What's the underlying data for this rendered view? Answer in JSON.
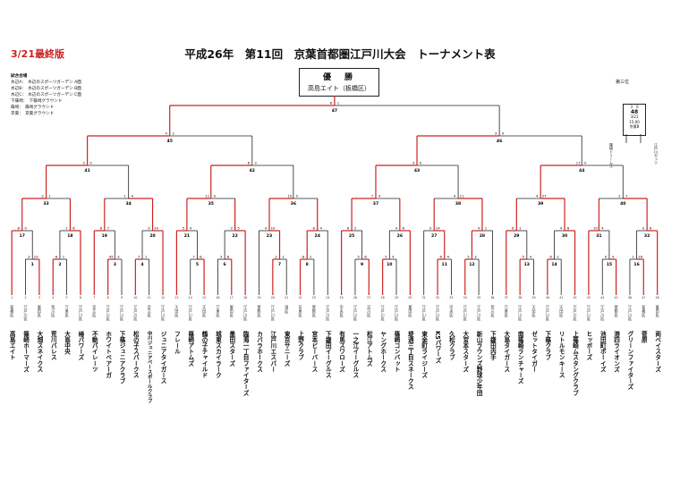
{
  "header": {
    "date_label": "3/21最終版",
    "title": "平成26年　第11回　京葉首都圏江戸川大会　トーナメント表"
  },
  "venues": {
    "title": "試合会場",
    "lines": [
      "水辺A：　水辺のスポーツガーデン A面",
      "水辺B：　水辺のスポーツガーデン B面",
      "水辺C：　水辺のスポーツガーデン C面",
      "下篠崎：　下篠崎グラウンド",
      "篠崎：　篠崎グラウンド",
      "京葉：　京葉グラウンド"
    ]
  },
  "winner": {
    "label": "優　勝",
    "team": "高島エイト（板橋区）"
  },
  "third_place": {
    "label": "第三位",
    "match": "48",
    "score_left": "3",
    "score_right": "0",
    "info": [
      "3/21",
      "15:00",
      "京葉B"
    ],
    "teams": [
      "篠崎ドリームス",
      "江戸川ガッツ"
    ]
  },
  "final": {
    "match": "47",
    "score_left": "6",
    "score_right": "1"
  },
  "semis": [
    {
      "match": "45",
      "score_left": "4",
      "score_right": "2"
    },
    {
      "match": "46",
      "score_left": "3",
      "score_right": "0"
    }
  ],
  "quarters": [
    {
      "match": "41",
      "score_left": "3",
      "score_right": "0"
    },
    {
      "match": "42",
      "score_left": "6",
      "score_right": "2"
    },
    {
      "match": "43",
      "score_left": "3",
      "score_right": "0"
    },
    {
      "match": "44",
      "score_left": "17",
      "score_right": "0"
    }
  ],
  "round16": [
    {
      "match": "33",
      "score_left": "2",
      "score_right": "1"
    },
    {
      "match": "34",
      "score_left": "1",
      "score_right": "4"
    },
    {
      "match": "35",
      "score_left": "11",
      "score_right": "0"
    },
    {
      "match": "36",
      "score_left": "10",
      "score_right": "0"
    },
    {
      "match": "37",
      "score_left": "7",
      "score_right": "4"
    },
    {
      "match": "38",
      "score_left": "4",
      "score_right": "11"
    },
    {
      "match": "39",
      "score_left": "4",
      "score_right": "27"
    },
    {
      "match": "40",
      "score_left": "2",
      "score_right": "7"
    }
  ],
  "round32": [
    {
      "match": "17",
      "score_left": "8",
      "score_right": "0"
    },
    {
      "match": "18",
      "score_left": "1",
      "score_right": "8"
    },
    {
      "match": "19",
      "score_left": "8",
      "score_right": "7"
    },
    {
      "match": "20",
      "score_left": "0",
      "score_right": "14"
    },
    {
      "match": "21",
      "score_left": "5",
      "score_right": "4"
    },
    {
      "match": "22",
      "score_left": "3",
      "score_right": "5"
    },
    {
      "match": "23",
      "score_left": "4",
      "score_right": "10"
    },
    {
      "match": "24",
      "score_left": "6",
      "score_right": "4"
    },
    {
      "match": "25",
      "score_left": "6",
      "score_right": "2"
    },
    {
      "match": "26",
      "score_left": "4",
      "score_right": "6"
    },
    {
      "match": "27",
      "score_left": "0",
      "score_right": "14"
    },
    {
      "match": "28",
      "score_left": "4",
      "score_right": "1"
    },
    {
      "match": "29",
      "score_left": "6",
      "score_right": "1"
    },
    {
      "match": "30",
      "score_left": "4",
      "score_right": "8"
    },
    {
      "match": "31",
      "score_left": "10",
      "score_right": "4"
    },
    {
      "match": "32",
      "score_left": "0",
      "score_right": "8"
    }
  ],
  "round64": [
    {
      "match": "1",
      "score_left": "3",
      "score_right": "10"
    },
    {
      "match": "2",
      "score_left": "8",
      "score_right": "1"
    },
    {
      "match": "3",
      "score_left": "45",
      "score_right": "3"
    },
    {
      "match": "4",
      "score_left": "7",
      "score_right": "1"
    },
    {
      "match": "5",
      "score_left": "7",
      "score_right": "8"
    },
    {
      "match": "6",
      "score_left": "3",
      "score_right": "8"
    },
    {
      "match": "7",
      "score_left": "2",
      "score_right": "1"
    },
    {
      "match": "8",
      "score_left": "8",
      "score_right": "2"
    },
    {
      "match": "9",
      "score_left": "5",
      "score_right": "6"
    },
    {
      "match": "10",
      "score_left": "5",
      "score_right": "4"
    },
    {
      "match": "11",
      "score_left": "6",
      "score_right": "4"
    },
    {
      "match": "12",
      "score_left": "5",
      "score_right": "3"
    },
    {
      "match": "13",
      "score_left": "5",
      "score_right": "4"
    },
    {
      "match": "14",
      "score_left": "6",
      "score_right": "2"
    },
    {
      "match": "15",
      "score_left": "0",
      "score_right": "4"
    },
    {
      "match": "16",
      "score_left": "1",
      "score_right": "16"
    }
  ],
  "teams": [
    {
      "seed": "1",
      "district": "（板橋区）",
      "name": "高島エイト"
    },
    {
      "seed": "2",
      "district": "（江戸川区）",
      "name": "篠崎ホーマーズ"
    },
    {
      "seed": "3",
      "district": "（墨田区）",
      "name": "大畑スネイクス"
    },
    {
      "seed": "4",
      "district": "（荒川区）",
      "name": "荒川パレス"
    },
    {
      "seed": "5",
      "district": "（江東区）",
      "name": "大島中央"
    },
    {
      "seed": "6",
      "district": "（江戸川区）",
      "name": "椿パワーズ"
    },
    {
      "seed": "7",
      "district": "（足立区）",
      "name": "不動パイレーツ"
    },
    {
      "seed": "8",
      "district": "（江戸川区）",
      "name": "ホワイトベアーガ"
    },
    {
      "seed": "9",
      "district": "（江戸川区）",
      "name": "下篠ジュニアクラブ"
    },
    {
      "seed": "10",
      "district": "（江戸川区）",
      "name": "松の子スパークス"
    },
    {
      "seed": "11",
      "district": "（足立区）",
      "name": "中川ジュニアベースボールクラブ"
    },
    {
      "seed": "12",
      "district": "（江戸川区）",
      "name": "ジュニアタイガース"
    },
    {
      "seed": "13",
      "district": "（大田区）",
      "name": "フレール"
    },
    {
      "seed": "14",
      "district": "（江戸川区）",
      "name": "篠崎アトムズ"
    },
    {
      "seed": "15",
      "district": "（大田区）",
      "name": "鶴の子チャイルド"
    },
    {
      "seed": "16",
      "district": "（江東区）",
      "name": "城東スカイラーク"
    },
    {
      "seed": "17",
      "district": "（墨田区）",
      "name": "墨田スターズ"
    },
    {
      "seed": "18",
      "district": "（江戸川区）",
      "name": "臨海一丁目ファイターズ"
    },
    {
      "seed": "19",
      "district": "（葛飾区）",
      "name": "カバラホークス"
    },
    {
      "seed": "20",
      "district": "（江戸川区）",
      "name": "江戸川エスパー"
    },
    {
      "seed": "21",
      "district": "（港区）",
      "name": "東京サニーズ"
    },
    {
      "seed": "22",
      "district": "（台東区）",
      "name": "上野クラブ"
    },
    {
      "seed": "23",
      "district": "（葛飾区）",
      "name": "宮本ビーバース"
    },
    {
      "seed": "24",
      "district": "（江戸川区）",
      "name": "下鎌田イーグルス"
    },
    {
      "seed": "25",
      "district": "（中央区）",
      "name": "有馬スワローズ"
    },
    {
      "seed": "26",
      "district": "（江戸川区）",
      "name": "一之江イーグルス"
    },
    {
      "seed": "27",
      "district": "（品川区）",
      "name": "松江アトムズ"
    },
    {
      "seed": "28",
      "district": "（江戸川区）",
      "name": "ヤングホークス"
    },
    {
      "seed": "29",
      "district": "（江戸川区）",
      "name": "篠崎コンバット"
    },
    {
      "seed": "30",
      "district": "（墨田区）",
      "name": "堤通三丁目スネークス"
    },
    {
      "seed": "31",
      "district": "（江戸川区）",
      "name": "東金町ライジーズ"
    },
    {
      "seed": "32",
      "district": "（江戸川区）",
      "name": "K5パワーズ"
    },
    {
      "seed": "33",
      "district": "（中央区）",
      "name": "久松クラブ"
    },
    {
      "seed": "34",
      "district": "（江戸川区）",
      "name": "大宮本スターズ"
    },
    {
      "seed": "35",
      "district": "（江戸川区）",
      "name": "新山ラウンズ野球少年団"
    },
    {
      "seed": "36",
      "district": "（荒川区）",
      "name": "下鎌田内手"
    },
    {
      "seed": "37",
      "district": "（江東区）",
      "name": "大島タイガース"
    },
    {
      "seed": "38",
      "district": "（江戸川区）",
      "name": "南篠崎ランチャーズ"
    },
    {
      "seed": "39",
      "district": "（大田区）",
      "name": "ゼットタイガー"
    },
    {
      "seed": "40",
      "district": "（江戸川区）",
      "name": "下篠クラブ"
    },
    {
      "seed": "41",
      "district": "（大田区）",
      "name": "リトルモンキース"
    },
    {
      "seed": "42",
      "district": "（江戸川区）",
      "name": "上篠崎ムスタングクラブ"
    },
    {
      "seed": "43",
      "district": "（江戸川区）",
      "name": "ヒッポーズ"
    },
    {
      "seed": "44",
      "district": "（江戸川区）",
      "name": "池田町ボーイズ"
    },
    {
      "seed": "45",
      "district": "（葛飾区）",
      "name": "港四ライオンズ"
    },
    {
      "seed": "46",
      "district": "（江戸川区）",
      "name": "グリーンファイターズ"
    },
    {
      "seed": "47",
      "district": "（板橋区）",
      "name": "菅原"
    },
    {
      "seed": "48",
      "district": "（墨田区）",
      "name": "両ベイスターズ"
    }
  ],
  "colors": {
    "win_line": "#cc2222",
    "line": "#222222"
  }
}
